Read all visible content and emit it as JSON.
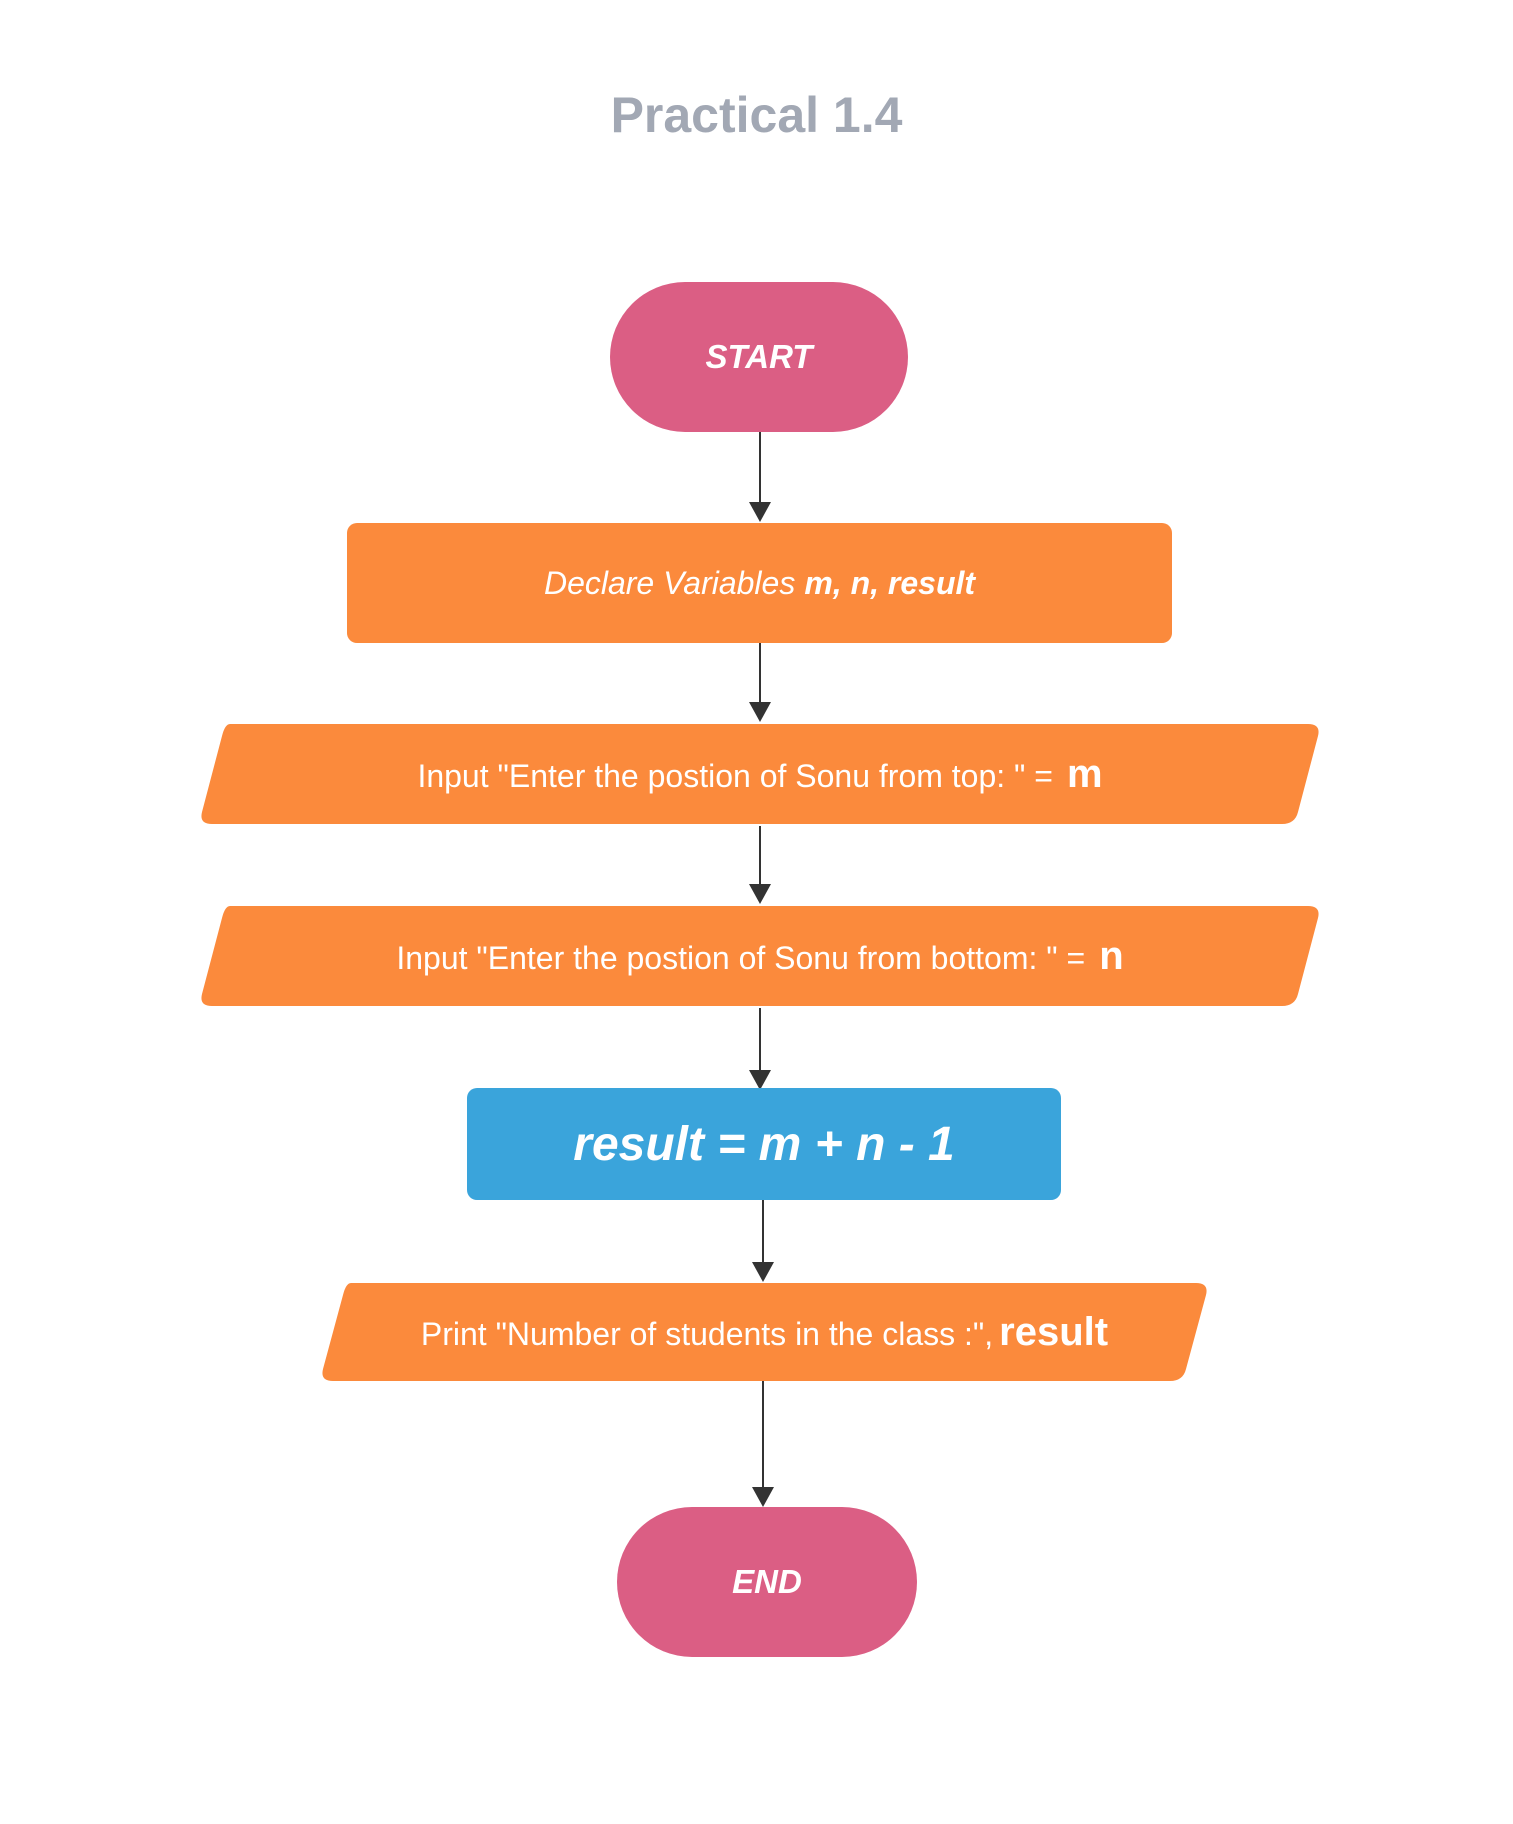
{
  "title": "Practical 1.4",
  "colors": {
    "terminal": "#db5e84",
    "io": "#fb8a3c",
    "process_orange": "#fb8a3c",
    "process_blue": "#3aa4db",
    "arrow": "#333333",
    "title": "#a2a8b4"
  },
  "nodes": {
    "start": {
      "label": "START"
    },
    "declare": {
      "prefix": "Declare Variables",
      "vars": "m, n, result"
    },
    "input_m": {
      "prefix": "Input \"Enter the postion of Sonu from top: \" =",
      "var": "m"
    },
    "input_n": {
      "prefix": "Input \"Enter the postion of Sonu from bottom: \" =",
      "var": "n"
    },
    "compute": {
      "label": "result = m + n - 1"
    },
    "print": {
      "prefix": "Print \"Number of students in the class :\",",
      "var": "result"
    },
    "end": {
      "label": "END"
    }
  }
}
